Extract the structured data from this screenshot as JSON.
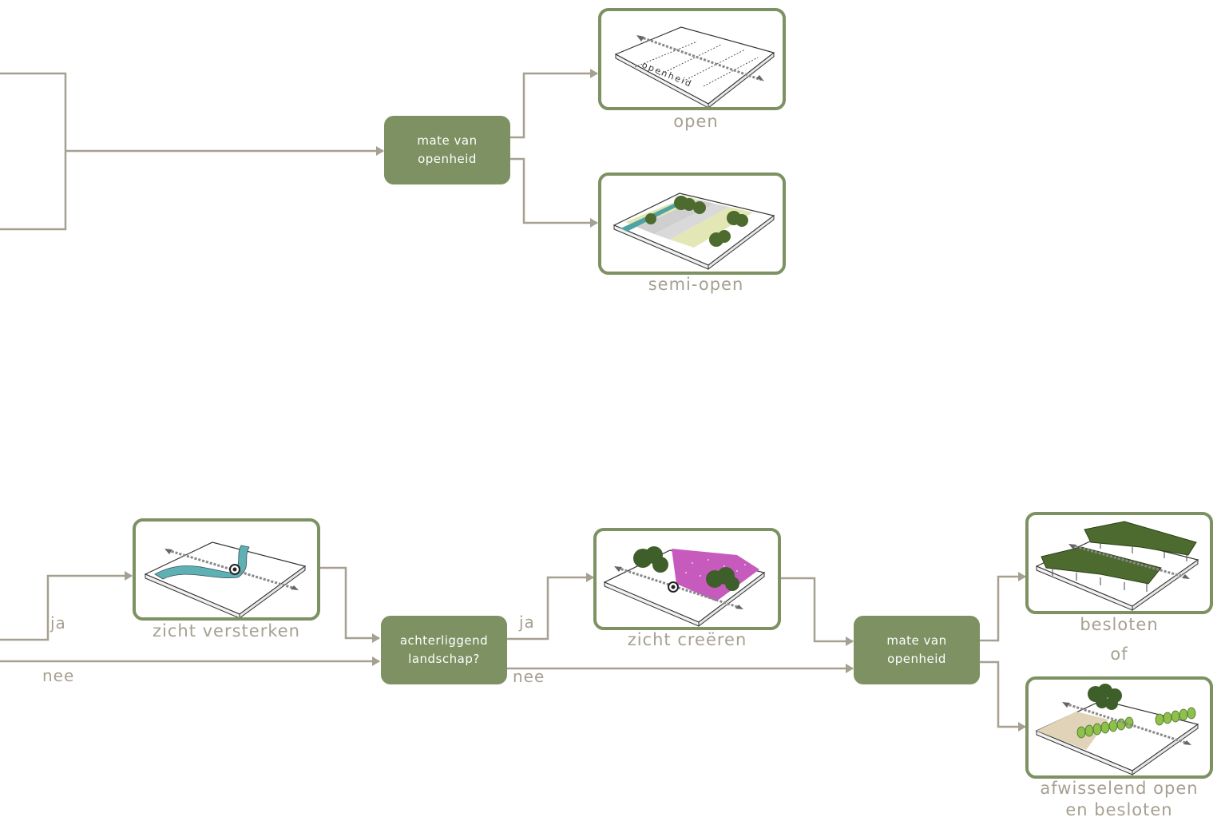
{
  "nodes": {
    "top_openness": "mate van\nopenheid",
    "background_landscape": "achterliggend\nlandschap?",
    "bottom_openness": "mate van\nopenheid"
  },
  "captions": {
    "open": "open",
    "semi_open": "semi-open",
    "zicht_versterken": "zicht versterken",
    "zicht_creeren": "zicht creëren",
    "besloten": "besloten",
    "of": "of",
    "afwisselend": "afwisselend open\nen besloten"
  },
  "edge_labels": {
    "left_ja": "ja",
    "left_nee": "nee",
    "mid_ja": "ja",
    "mid_nee": "nee"
  },
  "image_text": {
    "openheid": "openheid"
  },
  "colors": {
    "node_fill": "#7d9162",
    "connector": "#a6a091",
    "caption_text": "#a6a091"
  }
}
